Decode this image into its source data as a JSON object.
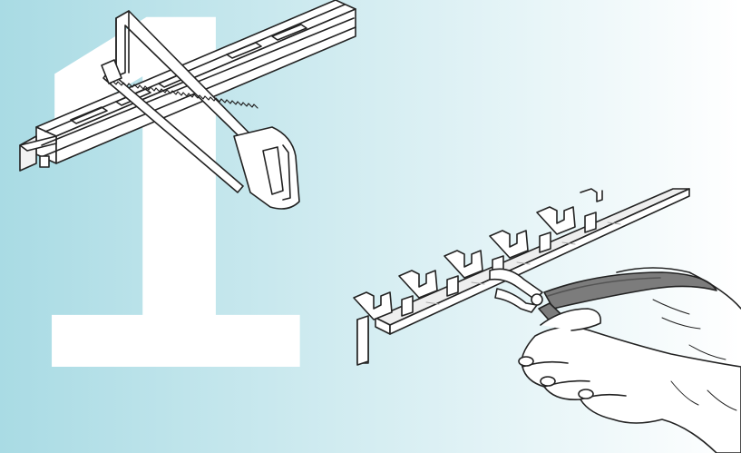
{
  "step": {
    "number": "1"
  },
  "colors": {
    "background_left": "#a9dbe4",
    "background_right": "#ffffff",
    "line": "#222222",
    "fill": "#ffffff",
    "handle_grey": "#7c7c7c",
    "step_number": "#ffffff"
  },
  "illustrations": [
    {
      "name": "hacksaw-cutting-rail"
    },
    {
      "name": "pliers-breaking-comb-strip"
    },
    {
      "name": "hand-holding-pliers"
    }
  ]
}
